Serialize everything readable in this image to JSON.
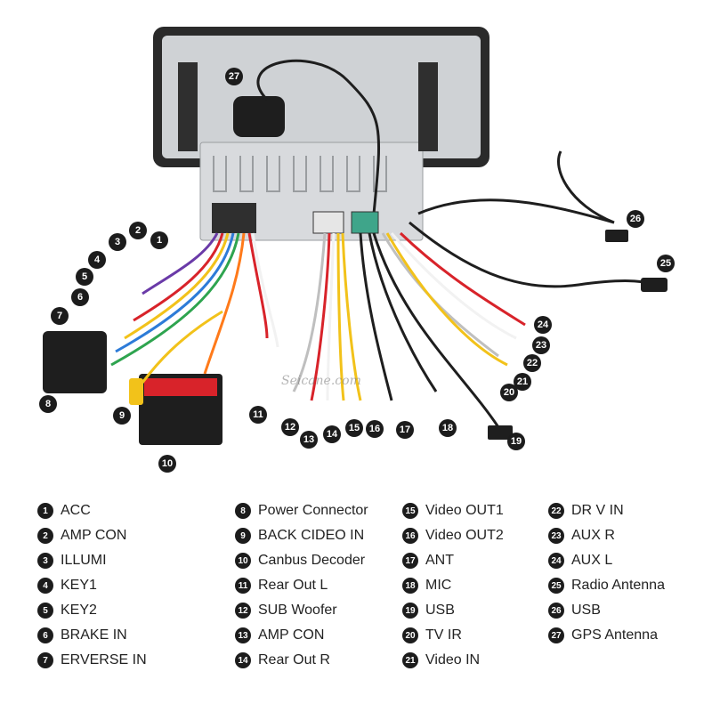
{
  "watermark": "Seicane.com",
  "colors": {
    "badge": "#1c1c1c",
    "panel": "#d8dadd",
    "bezel": "#2a2a2a",
    "cable": "#1e1e1e",
    "rca_red": "#d8232a",
    "rca_white": "#f2f2f2",
    "rca_yellow": "#f2c21a"
  },
  "callouts": [
    "1",
    "2",
    "3",
    "4",
    "5",
    "6",
    "7",
    "8",
    "9",
    "10",
    "11",
    "12",
    "13",
    "14",
    "15",
    "16",
    "17",
    "18",
    "19",
    "20",
    "21",
    "22",
    "23",
    "24",
    "25",
    "26",
    "27"
  ],
  "legend": [
    {
      "num": "1",
      "label": "ACC"
    },
    {
      "num": "2",
      "label": "AMP CON"
    },
    {
      "num": "3",
      "label": "ILLUMI"
    },
    {
      "num": "4",
      "label": "KEY1"
    },
    {
      "num": "5",
      "label": "KEY2"
    },
    {
      "num": "6",
      "label": "BRAKE IN"
    },
    {
      "num": "7",
      "label": "ERVERSE IN"
    },
    {
      "num": "8",
      "label": "Power Connector"
    },
    {
      "num": "9",
      "label": "BACK CIDEO IN"
    },
    {
      "num": "10",
      "label": "Canbus Decoder"
    },
    {
      "num": "11",
      "label": "Rear Out L"
    },
    {
      "num": "12",
      "label": "SUB Woofer"
    },
    {
      "num": "13",
      "label": "AMP CON"
    },
    {
      "num": "14",
      "label": "Rear Out R"
    },
    {
      "num": "15",
      "label": "Video OUT1"
    },
    {
      "num": "16",
      "label": "Video OUT2"
    },
    {
      "num": "17",
      "label": "ANT"
    },
    {
      "num": "18",
      "label": "MIC"
    },
    {
      "num": "19",
      "label": "USB"
    },
    {
      "num": "20",
      "label": "TV IR"
    },
    {
      "num": "21",
      "label": "Video IN"
    },
    {
      "num": "22",
      "label": "DR V IN"
    },
    {
      "num": "23",
      "label": "AUX R"
    },
    {
      "num": "24",
      "label": "AUX L"
    },
    {
      "num": "25",
      "label": "Radio Antenna"
    },
    {
      "num": "26",
      "label": "USB"
    },
    {
      "num": "27",
      "label": "GPS Antenna"
    }
  ]
}
